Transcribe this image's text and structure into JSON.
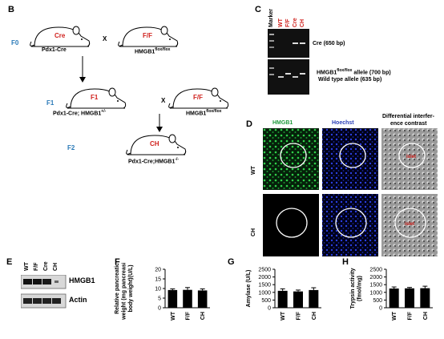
{
  "panels": {
    "b": {
      "letter": "B",
      "generations": {
        "f0": "F0",
        "f1": "F1",
        "f2": "F2"
      },
      "cross": "X",
      "mice": {
        "m1": {
          "tag": "Cre",
          "label": "Pdx1-Cre"
        },
        "m2": {
          "tag": "F/F",
          "label": "HMGB1",
          "label_sup": "flox/flox"
        },
        "m3": {
          "tag": "F1",
          "label": "Pdx1-Cre; HMGB1",
          "label_sup": "+/-"
        },
        "m4": {
          "tag": "F/F",
          "label": "HMGB1",
          "label_sup": "flox/flox"
        },
        "m5": {
          "tag": "CH",
          "label": "Pdx1-Cre;HMGB1",
          "label_sup": "-/-"
        }
      }
    },
    "c": {
      "letter": "C",
      "lanes": [
        "Marker",
        "WT",
        "F/F",
        "Cre",
        "CH"
      ],
      "cre_label": "Cre (650 bp)",
      "flox_label": "HMGB1",
      "flox_sup": "flox/flox",
      "flox_suffix": " allele (700 bp)",
      "wt_label": "Wild type allele (635 bp)"
    },
    "d": {
      "letter": "D",
      "col_headers": [
        "HMGB1",
        "Hoechst",
        "Differential interfer-",
        "ence contrast"
      ],
      "rows": [
        "WT",
        "CH"
      ],
      "islet_label": "islet"
    },
    "e": {
      "letter": "E",
      "lanes": [
        "WT",
        "F/F",
        "Cre",
        "CH"
      ],
      "bands": [
        "HMGB1",
        "Actin"
      ]
    }
  },
  "chart_data": [
    {
      "letter": "F",
      "type": "bar",
      "categories": [
        "WT",
        "F/F",
        "CH"
      ],
      "values": [
        9.2,
        9.3,
        9.0
      ],
      "errors": [
        0.6,
        1.2,
        0.8
      ],
      "ylabel": "Relative pancreatic weight (mg pancreas/ g body weight)(U/L)",
      "ylabel_lines": [
        "Relative pancreatic",
        "weight (mg pancreas/ g",
        "body weight)(U/L)"
      ],
      "ylim": [
        0,
        20
      ],
      "yticks": [
        "0",
        "5",
        "10",
        "15",
        "20"
      ]
    },
    {
      "letter": "G",
      "type": "bar",
      "categories": [
        "WT",
        "F/F",
        "CH"
      ],
      "values": [
        1100,
        1060,
        1150
      ],
      "errors": [
        130,
        90,
        150
      ],
      "ylabel": "Amylase (U/L)",
      "ylabel_lines": [
        "Amylase (U/L)"
      ],
      "ylim": [
        0,
        2500
      ],
      "yticks": [
        "0",
        "500",
        "1000",
        "1500",
        "2000",
        "2500"
      ]
    },
    {
      "letter": "H",
      "type": "bar",
      "categories": [
        "WT",
        "F/F",
        "CH"
      ],
      "values": [
        1250,
        1260,
        1270
      ],
      "errors": [
        100,
        60,
        130
      ],
      "ylabel": "Trypsin activity (fmol/mg)",
      "ylabel_lines": [
        "Trypsin activity",
        "(fmol/mg)"
      ],
      "ylim": [
        0,
        2500
      ],
      "yticks": [
        "0",
        "500",
        "1000",
        "1500",
        "2000",
        "2500"
      ]
    }
  ]
}
